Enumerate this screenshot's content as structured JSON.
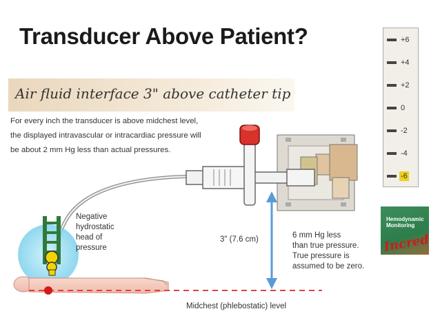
{
  "title": "Transducer Above Patient?",
  "figure": {
    "banner": "Air fluid interface 3\" above catheter tip",
    "description": [
      "For every inch the transducer is above midchest level,",
      "the displayed intravascular or intracardiac pressure will",
      "be about 2 mm Hg less than actual pressures."
    ],
    "negative_pressure_label": [
      "Negative",
      "hydrostatic",
      "head of",
      "pressure"
    ],
    "distance_label": "3\" (7.6 cm)",
    "pressure_difference_label": [
      "6 mm Hg less",
      "than true pressure.",
      "True pressure is",
      "assumed to be zero."
    ],
    "midchest_label": "Midchest (phlebostatic) level",
    "scale": {
      "ticks": [
        "+6",
        "+4",
        "+2",
        "0",
        "-2",
        "-4",
        "-6"
      ],
      "highlighted": "-6",
      "highlight_color": "#f0d020"
    },
    "logo": {
      "line1": "Hemodynamic",
      "line2": "Monitoring",
      "script": "Incredibly"
    },
    "colors": {
      "stopcock_cap": "#d8322b",
      "arrow": "#5a9ad8",
      "patient_marker": "#d11a1a",
      "midchest_line": "#e04040",
      "head_glow": "#88d8ef"
    }
  }
}
